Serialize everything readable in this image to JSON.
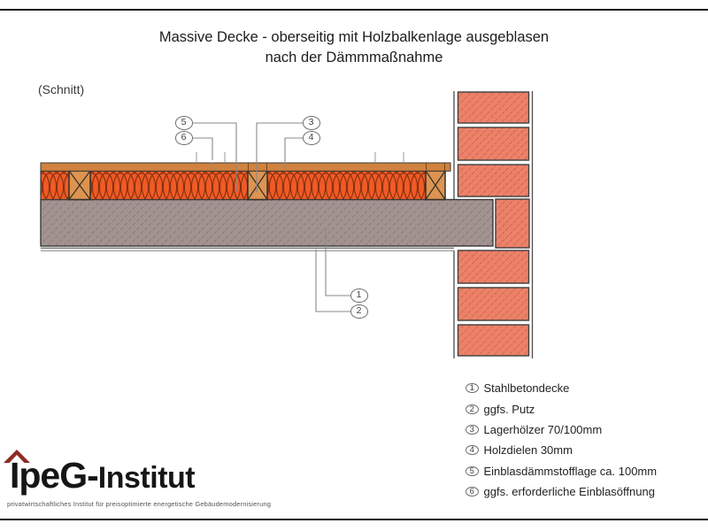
{
  "title": {
    "line1": "Massive Decke - oberseitig mit Holzbalkenlage ausgeblasen",
    "line2": "nach der Dämmmaßnahme"
  },
  "view_label": "(Schnitt)",
  "callouts": [
    "1",
    "2",
    "3",
    "4",
    "5",
    "6"
  ],
  "legend": {
    "items": [
      {
        "num": "1",
        "label": "Stahlbetondecke"
      },
      {
        "num": "2",
        "label": "ggfs. Putz"
      },
      {
        "num": "3",
        "label": "Lagerhölzer 70/100mm"
      },
      {
        "num": "4",
        "label": "Holzdielen 30mm"
      },
      {
        "num": "5",
        "label": "Einblasdämmstofflage ca. 100mm"
      },
      {
        "num": "6",
        "label": "ggfs. erforderliche Einblasöffnung"
      }
    ]
  },
  "logo": {
    "name_primary": "IpeG-",
    "name_secondary": "Institut",
    "tagline": "privatwirtschaftliches Institut für preisoptimierte energetische Gebäudemodernisierung"
  },
  "colors": {
    "insulation": "#F15A25",
    "insulation_stroke": "#87320F",
    "brick": "#ED8168",
    "brick_hatch": "#A4543F",
    "floorboard": "#D0823E",
    "batten": "#DC9450",
    "concrete": "#A29290",
    "concrete_hatch": "#6E5E5C",
    "logo_red": "#8F2B24"
  }
}
